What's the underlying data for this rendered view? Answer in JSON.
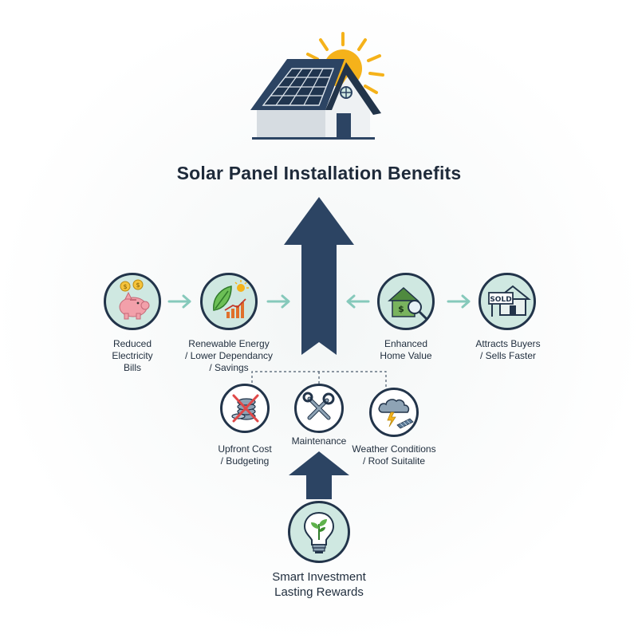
{
  "title": "Solar Panel Installation Benefits",
  "benefits": [
    {
      "lines": [
        "Reduced",
        "Electricity",
        "Bills"
      ],
      "icon": "piggy-bank-icon"
    },
    {
      "lines": [
        "Renewable Energy",
        "/ Lower Dependancy",
        "/ Savings"
      ],
      "icon": "leaf-growth-chart-icon"
    },
    {
      "lines": [
        "Enhanced",
        "Home Value"
      ],
      "icon": "house-magnifier-icon"
    },
    {
      "lines": [
        "Attracts Buyers",
        "/ Sells Faster"
      ],
      "icon": "sold-sign-house-icon"
    }
  ],
  "sold_sign_text": "SOLD",
  "considerations": [
    {
      "lines": [
        "Upfront Cost",
        "/ Budgeting"
      ],
      "icon": "crossed-coins-icon"
    },
    {
      "lines": [
        "Maintenance"
      ],
      "icon": "tools-icon"
    },
    {
      "lines": [
        "Weather Conditions",
        "/ Roof Suitalite"
      ],
      "icon": "storm-cloud-icon"
    }
  ],
  "conclusion": {
    "lines": [
      "Smart Investment",
      "Lasting Rewards"
    ],
    "icon": "lightbulb-sprout-icon"
  },
  "colors": {
    "navy": "#2c4463",
    "teal": "#cfe8e1",
    "arrow_light": "#86c9bb",
    "sun": "#f5b21a"
  }
}
